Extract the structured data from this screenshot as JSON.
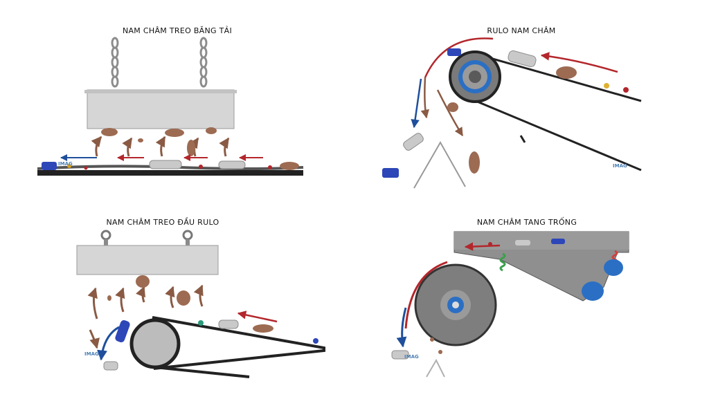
{
  "panels": [
    {
      "id": "suspended-belt-magnet",
      "title": "NAM CHÂM TREO BĂNG TẢI",
      "watermark": "IMAG"
    },
    {
      "id": "magnetic-pulley",
      "title": "RULO NAM CHÂM",
      "watermark": "IMAG"
    },
    {
      "id": "overhead-pulley-magnet",
      "title": "NAM CHÂM TREO ĐẦU RULO",
      "watermark": "IMAG"
    },
    {
      "id": "magnetic-drum",
      "title": "NAM CHÂM TANG TRỐNG",
      "watermark": "IMAG"
    }
  ],
  "colors": {
    "belt": "#222222",
    "magnet_body": "#d6d6d6",
    "arrow_red": "#b3262b",
    "arrow_brown": "#8a5a44",
    "arrow_blue": "#1f4f9c",
    "bottle_blue": "#2d46b8",
    "rock": "#9c6b52",
    "drum_blue": "#2b6fc4",
    "spring_green": "#3aa04a",
    "spring_red": "#d04040"
  }
}
